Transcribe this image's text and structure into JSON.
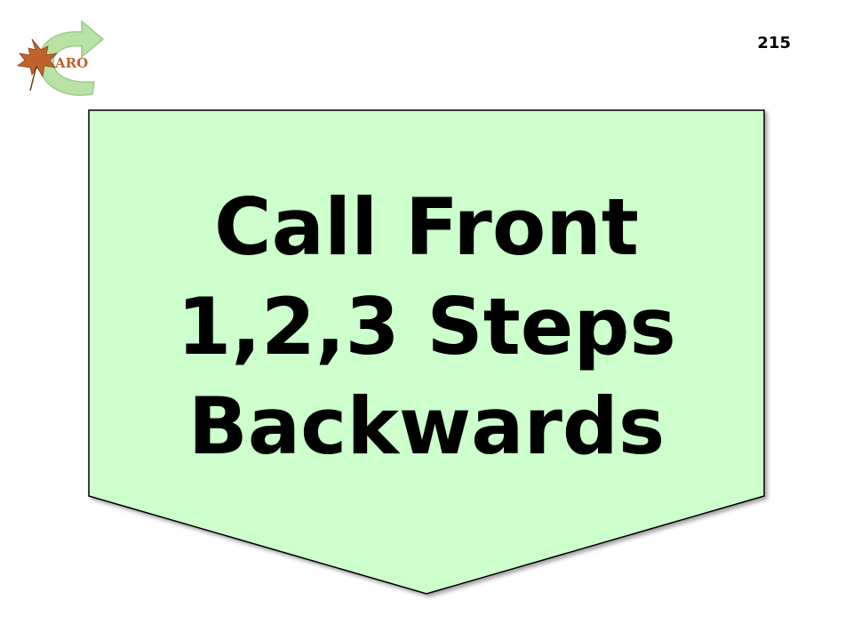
{
  "slide": {
    "page_number": "215",
    "logo_text": "ARO",
    "lines": [
      "Call Front",
      "1,2,3 Steps",
      "Backwards"
    ]
  },
  "colors": {
    "shape_fill": "#ccffcc",
    "shape_stroke": "#000000",
    "arrow_green": "#b8e3a4",
    "leaf_orange": "#c0622b"
  },
  "icons": [
    "maple-leaf-icon",
    "circular-arrow-icon"
  ]
}
